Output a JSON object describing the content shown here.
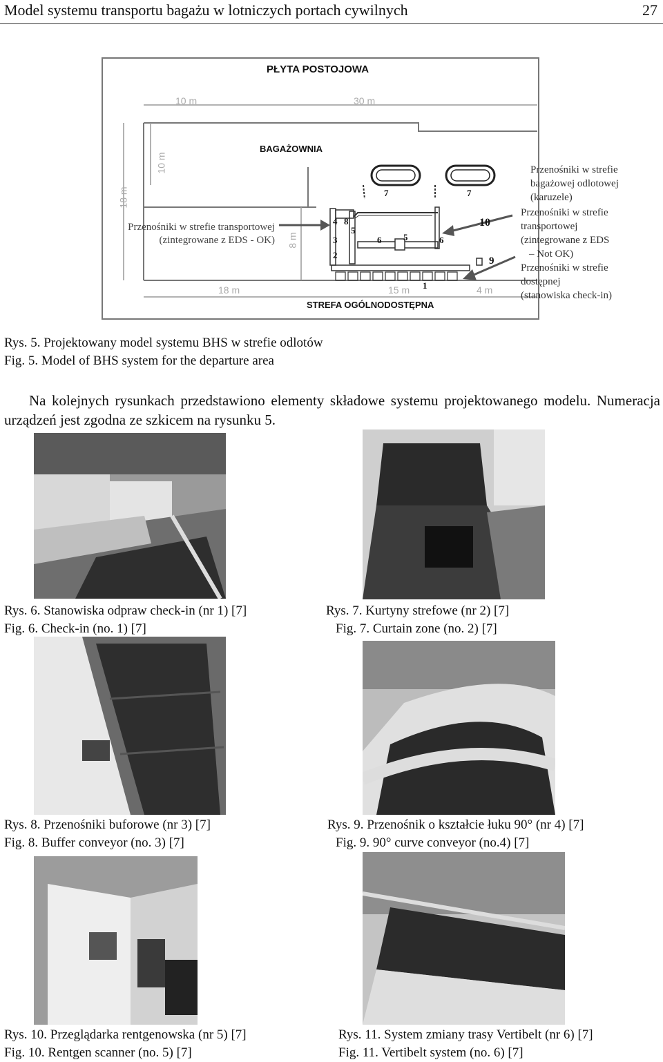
{
  "header": {
    "title": "Model systemu transportu bagażu w lotniczych portach cywilnych",
    "page_number": "27"
  },
  "diagram": {
    "plyta": "PŁYTA POSTOJOWA",
    "bagazownia": "BAGAŻOWNIA",
    "strefa": "STREFA OGÓLNODOSTĘPNA",
    "dim_10m_top": "10 m",
    "dim_30m": "30 m",
    "dim_18m_vert": "18 m",
    "dim_10m_vert": "10 m",
    "dim_8m": "8 m",
    "dim_18m_bottom": "18 m",
    "dim_15m": "15 m",
    "dim_4m": "4 m",
    "left_label_1": "Przenośniki w strefie transportowej",
    "left_label_2": "(zintegrowane z EDS - OK)",
    "right_a": [
      "Przenośniki w strefie",
      "bagażowej odlotowej",
      "(karuzele)"
    ],
    "right_b": [
      "Przenośniki w strefie",
      "transportowej",
      "(zintegrowane z EDS",
      "– Not OK)"
    ],
    "right_c": [
      "Przenośniki w strefie",
      "dostępnej",
      "(stanowiska check-in)"
    ],
    "numbers": [
      "1",
      "2",
      "3",
      "4",
      "5",
      "5",
      "6",
      "6",
      "7",
      "7",
      "8",
      "9",
      "10"
    ]
  },
  "fig5": {
    "caption_pl": "Rys. 5. Projektowany model systemu BHS w strefie odlotów",
    "caption_en": "Fig. 5. Model of BHS system for the departure area"
  },
  "paragraph": "Na kolejnych rysunkach przedstawiono elementy składowe systemu projektowanego modelu. Numeracja urządzeń jest zgodna ze szkicem na rysunku 5.",
  "figures": [
    {
      "pl": "Rys. 6.  Stanowiska odpraw check-in (nr 1) [7]",
      "en": "Fig. 6. Check-in (no. 1) [7]"
    },
    {
      "pl": "Rys. 7.  Kurtyny strefowe (nr 2) [7]",
      "en": "Fig. 7. Curtain zone (no. 2) [7]"
    },
    {
      "pl": "Rys. 8. Przenośniki buforowe (nr 3) [7]",
      "en": "Fig. 8. Buffer conveyor (no. 3) [7]"
    },
    {
      "pl": "Rys. 9.  Przenośnik o kształcie łuku 90° (nr 4) [7]",
      "en": "Fig. 9. 90° curve conveyor (no.4) [7]"
    },
    {
      "pl": "Rys. 10. Przeglądarka rentgenowska (nr 5) [7]",
      "en": "Fig. 10. Rentgen scanner (no. 5) [7]"
    },
    {
      "pl": "Rys. 11. System zmiany trasy Vertibelt (nr 6) [7]",
      "en": "Fig. 11.  Vertibelt system (no. 6) [7]"
    }
  ]
}
